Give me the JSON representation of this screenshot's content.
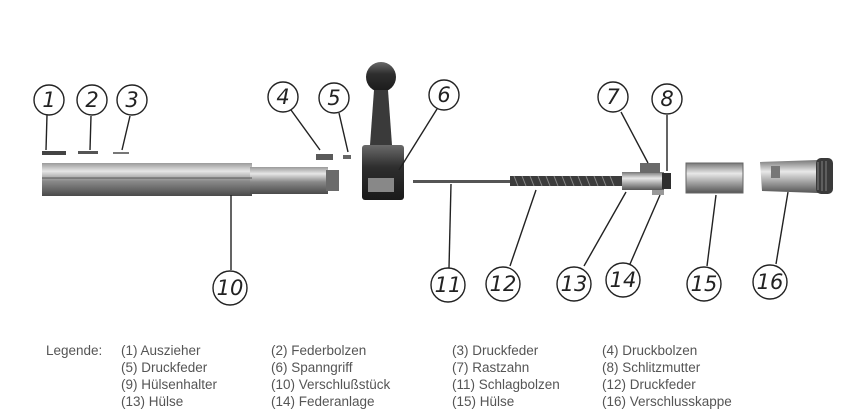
{
  "callouts": [
    {
      "id": "c1",
      "number": "1"
    },
    {
      "id": "c2",
      "number": "2"
    },
    {
      "id": "c3",
      "number": "3"
    },
    {
      "id": "c4",
      "number": "4"
    },
    {
      "id": "c5",
      "number": "5"
    },
    {
      "id": "c6",
      "number": "6"
    },
    {
      "id": "c7",
      "number": "7"
    },
    {
      "id": "c8",
      "number": "8"
    },
    {
      "id": "c10",
      "number": "10"
    },
    {
      "id": "c11",
      "number": "11"
    },
    {
      "id": "c12",
      "number": "12"
    },
    {
      "id": "c13",
      "number": "13"
    },
    {
      "id": "c14",
      "number": "14"
    },
    {
      "id": "c15",
      "number": "15"
    },
    {
      "id": "c16",
      "number": "16"
    }
  ],
  "legend": {
    "title": "Legende:",
    "entries": [
      "(1) Auszieher",
      "(2) Federbolzen",
      "(3) Druckfeder",
      "(4) Druckbolzen",
      "(5) Druckfeder",
      "(6) Spanngriff",
      "(7) Rastzahn",
      "(8) Schlitzmutter",
      "(9) Hülsenhalter",
      "(10)  Verschlußstück",
      "(11) Schlagbolzen",
      "(12) Druckfeder",
      "(13) Hülse",
      "(14) Federanlage",
      "(15) Hülse",
      "(16) Verschlusskappe"
    ]
  },
  "colors": {
    "line": "#222222",
    "metal_dark": "#3a3a3a",
    "metal_mid": "#7a7a7a",
    "metal_light": "#cfcfcf",
    "legend_text": "#555555"
  }
}
